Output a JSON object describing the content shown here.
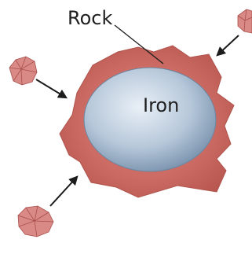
{
  "labels": {
    "rock": "Rock",
    "iron": "Iron"
  },
  "colors": {
    "rock_layer": "#c8675f",
    "rock_layer_edge": "#a9524c",
    "iron_core_center": "#e6eef6",
    "iron_core_edge": "#6f8aa6",
    "fragment": "#d98a86",
    "fragment_dark": "#a84f4c",
    "arrow": "#1c1c1c"
  },
  "elements": {
    "core": "iron-core",
    "layer": "rock-layer",
    "fragments": [
      "rock-fragment-top-right",
      "rock-fragment-left",
      "rock-fragment-bottom-left"
    ]
  }
}
